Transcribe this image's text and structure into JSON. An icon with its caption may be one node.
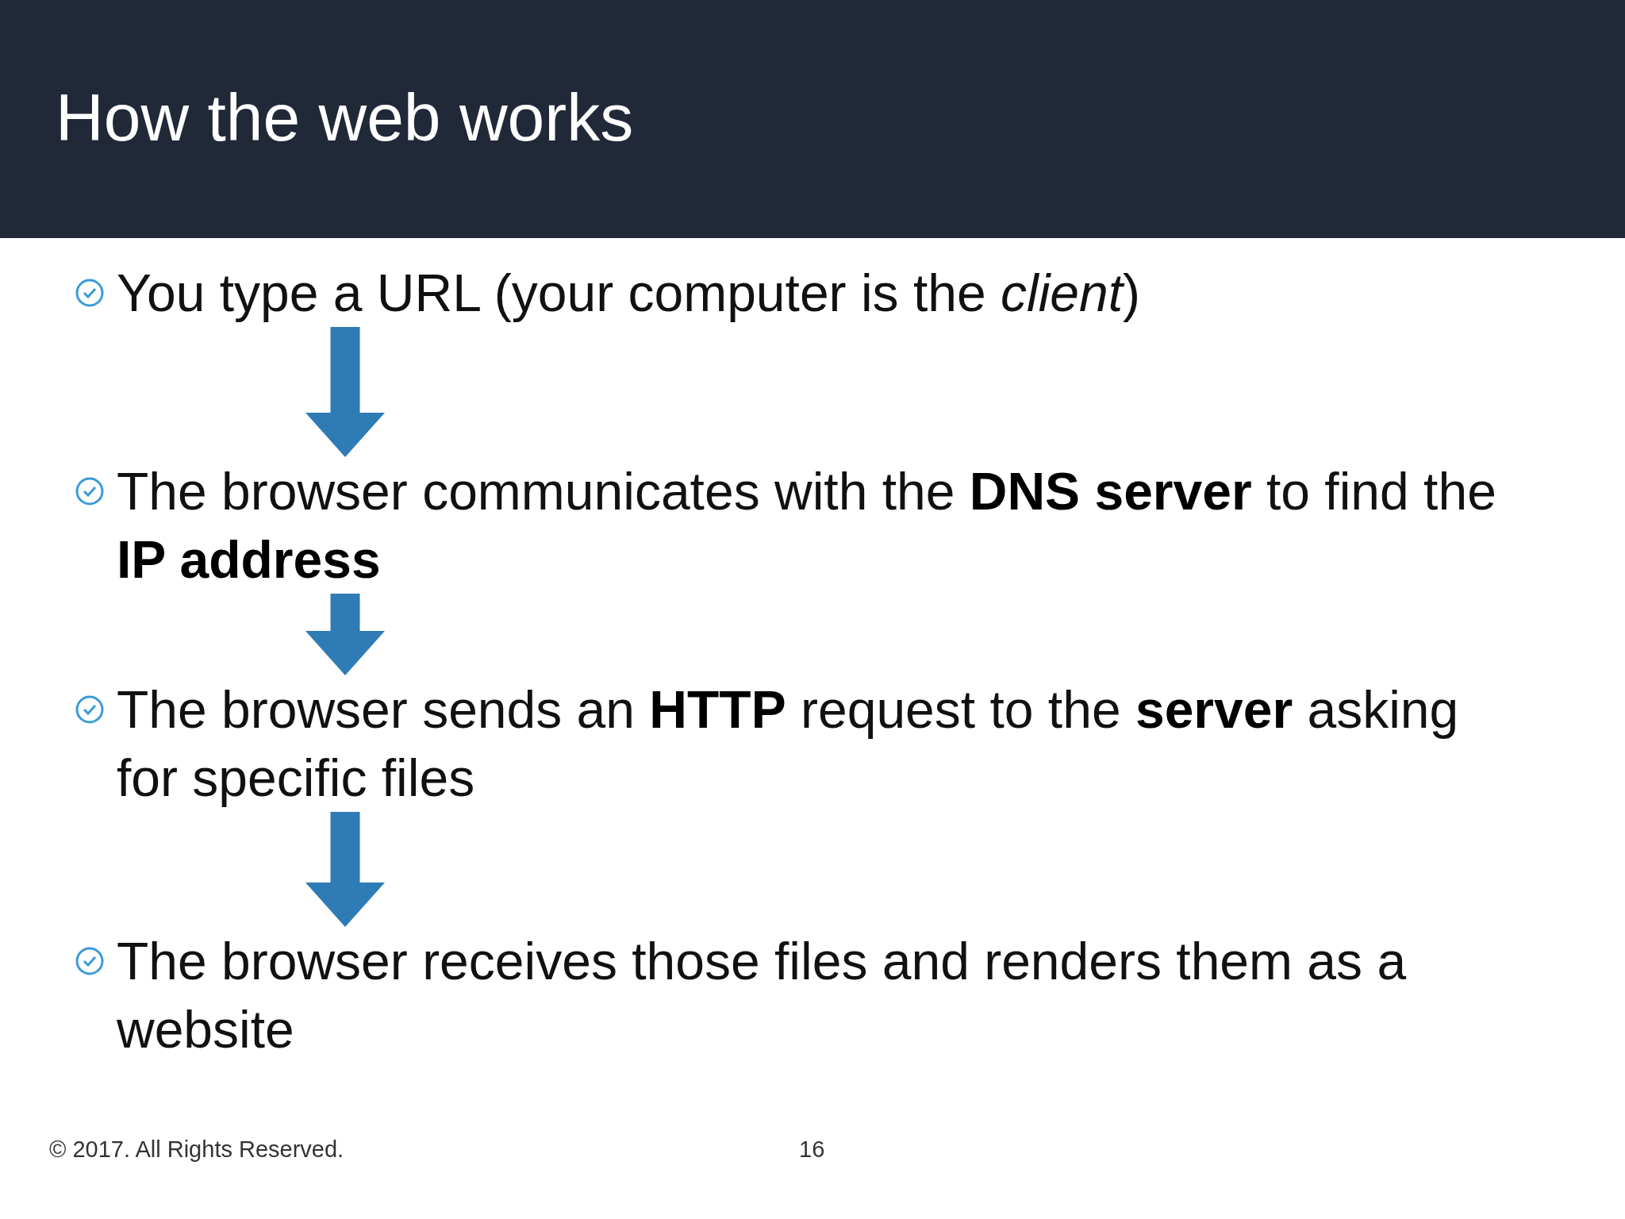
{
  "diagram": {
    "title": "How the web works",
    "nodes": [
      {
        "text": [
          "You type a URL (your computer is the *client*)"
        ]
      },
      {
        "text": [
          "The browser communicates with the **DNS server** to find the **IP address**"
        ]
      },
      {
        "text": [
          "The browser sends an **HTTP** request to the **server** asking for specific files"
        ]
      },
      {
        "text": [
          "The browser receives those files and renders them as a website"
        ]
      }
    ],
    "edges": [
      {
        "from": 0,
        "to": 1,
        "arrow": "to"
      },
      {
        "from": 1,
        "to": 2,
        "arrow": "to"
      },
      {
        "from": 2,
        "to": 3,
        "arrow": "to"
      }
    ],
    "labels": [
      "© 2017. All Rights Reserved.",
      "16"
    ]
  }
}
